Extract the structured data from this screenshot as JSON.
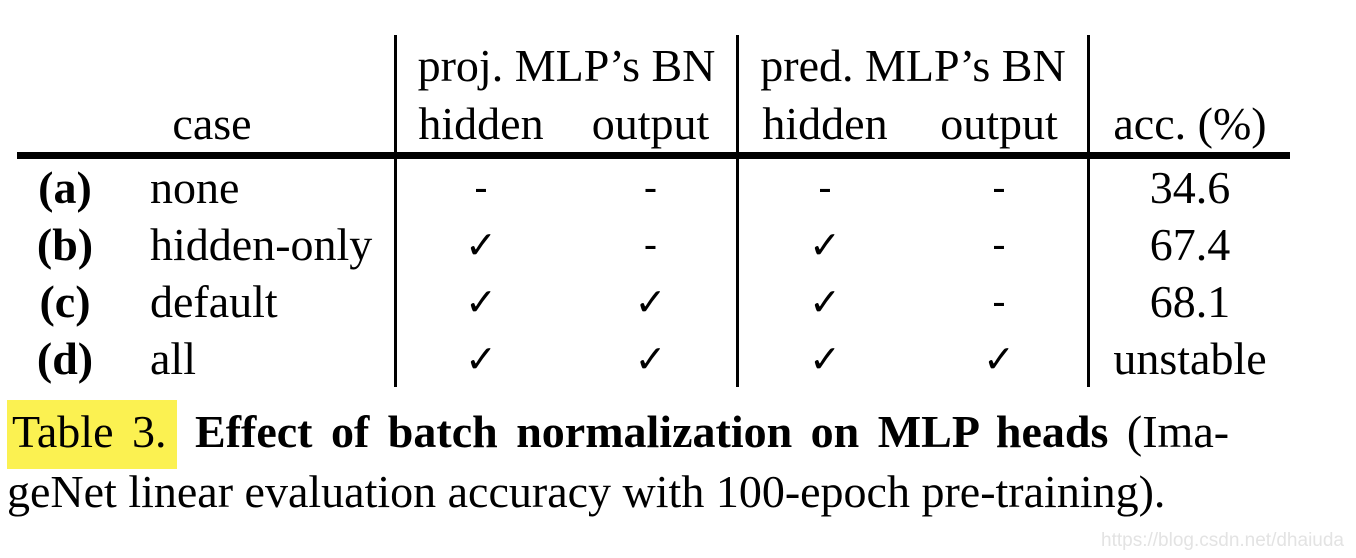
{
  "table": {
    "column_groups": [
      {
        "label": "proj. MLP’s BN"
      },
      {
        "label": "pred. MLP’s BN"
      }
    ],
    "headers": {
      "case": "case",
      "proj_hidden": "hidden",
      "proj_output": "output",
      "pred_hidden": "hidden",
      "pred_output": "output",
      "acc": "acc. (%)"
    },
    "rows": [
      {
        "id": "(a)",
        "case": "none",
        "proj_hidden": "-",
        "proj_output": "-",
        "pred_hidden": "-",
        "pred_output": "-",
        "acc": "34.6"
      },
      {
        "id": "(b)",
        "case": "hidden-only",
        "proj_hidden": "✓",
        "proj_output": "-",
        "pred_hidden": "✓",
        "pred_output": "-",
        "acc": "67.4"
      },
      {
        "id": "(c)",
        "case": "default",
        "proj_hidden": "✓",
        "proj_output": "✓",
        "pred_hidden": "✓",
        "pred_output": "-",
        "acc": "68.1"
      },
      {
        "id": "(d)",
        "case": "all",
        "proj_hidden": "✓",
        "proj_output": "✓",
        "pred_hidden": "✓",
        "pred_output": "✓",
        "acc": "unstable"
      }
    ]
  },
  "caption": {
    "label": "Table 3.",
    "bold_text": "Effect of batch normalization on MLP heads",
    "line1_tail": "(Ima-",
    "line2": "geNet linear evaluation accuracy with 100-epoch pre-training).",
    "highlight_color": "#fbf151"
  },
  "watermark": {
    "text": "https://blog.csdn.net/dhaiuda",
    "color": "#e3e3e3"
  }
}
